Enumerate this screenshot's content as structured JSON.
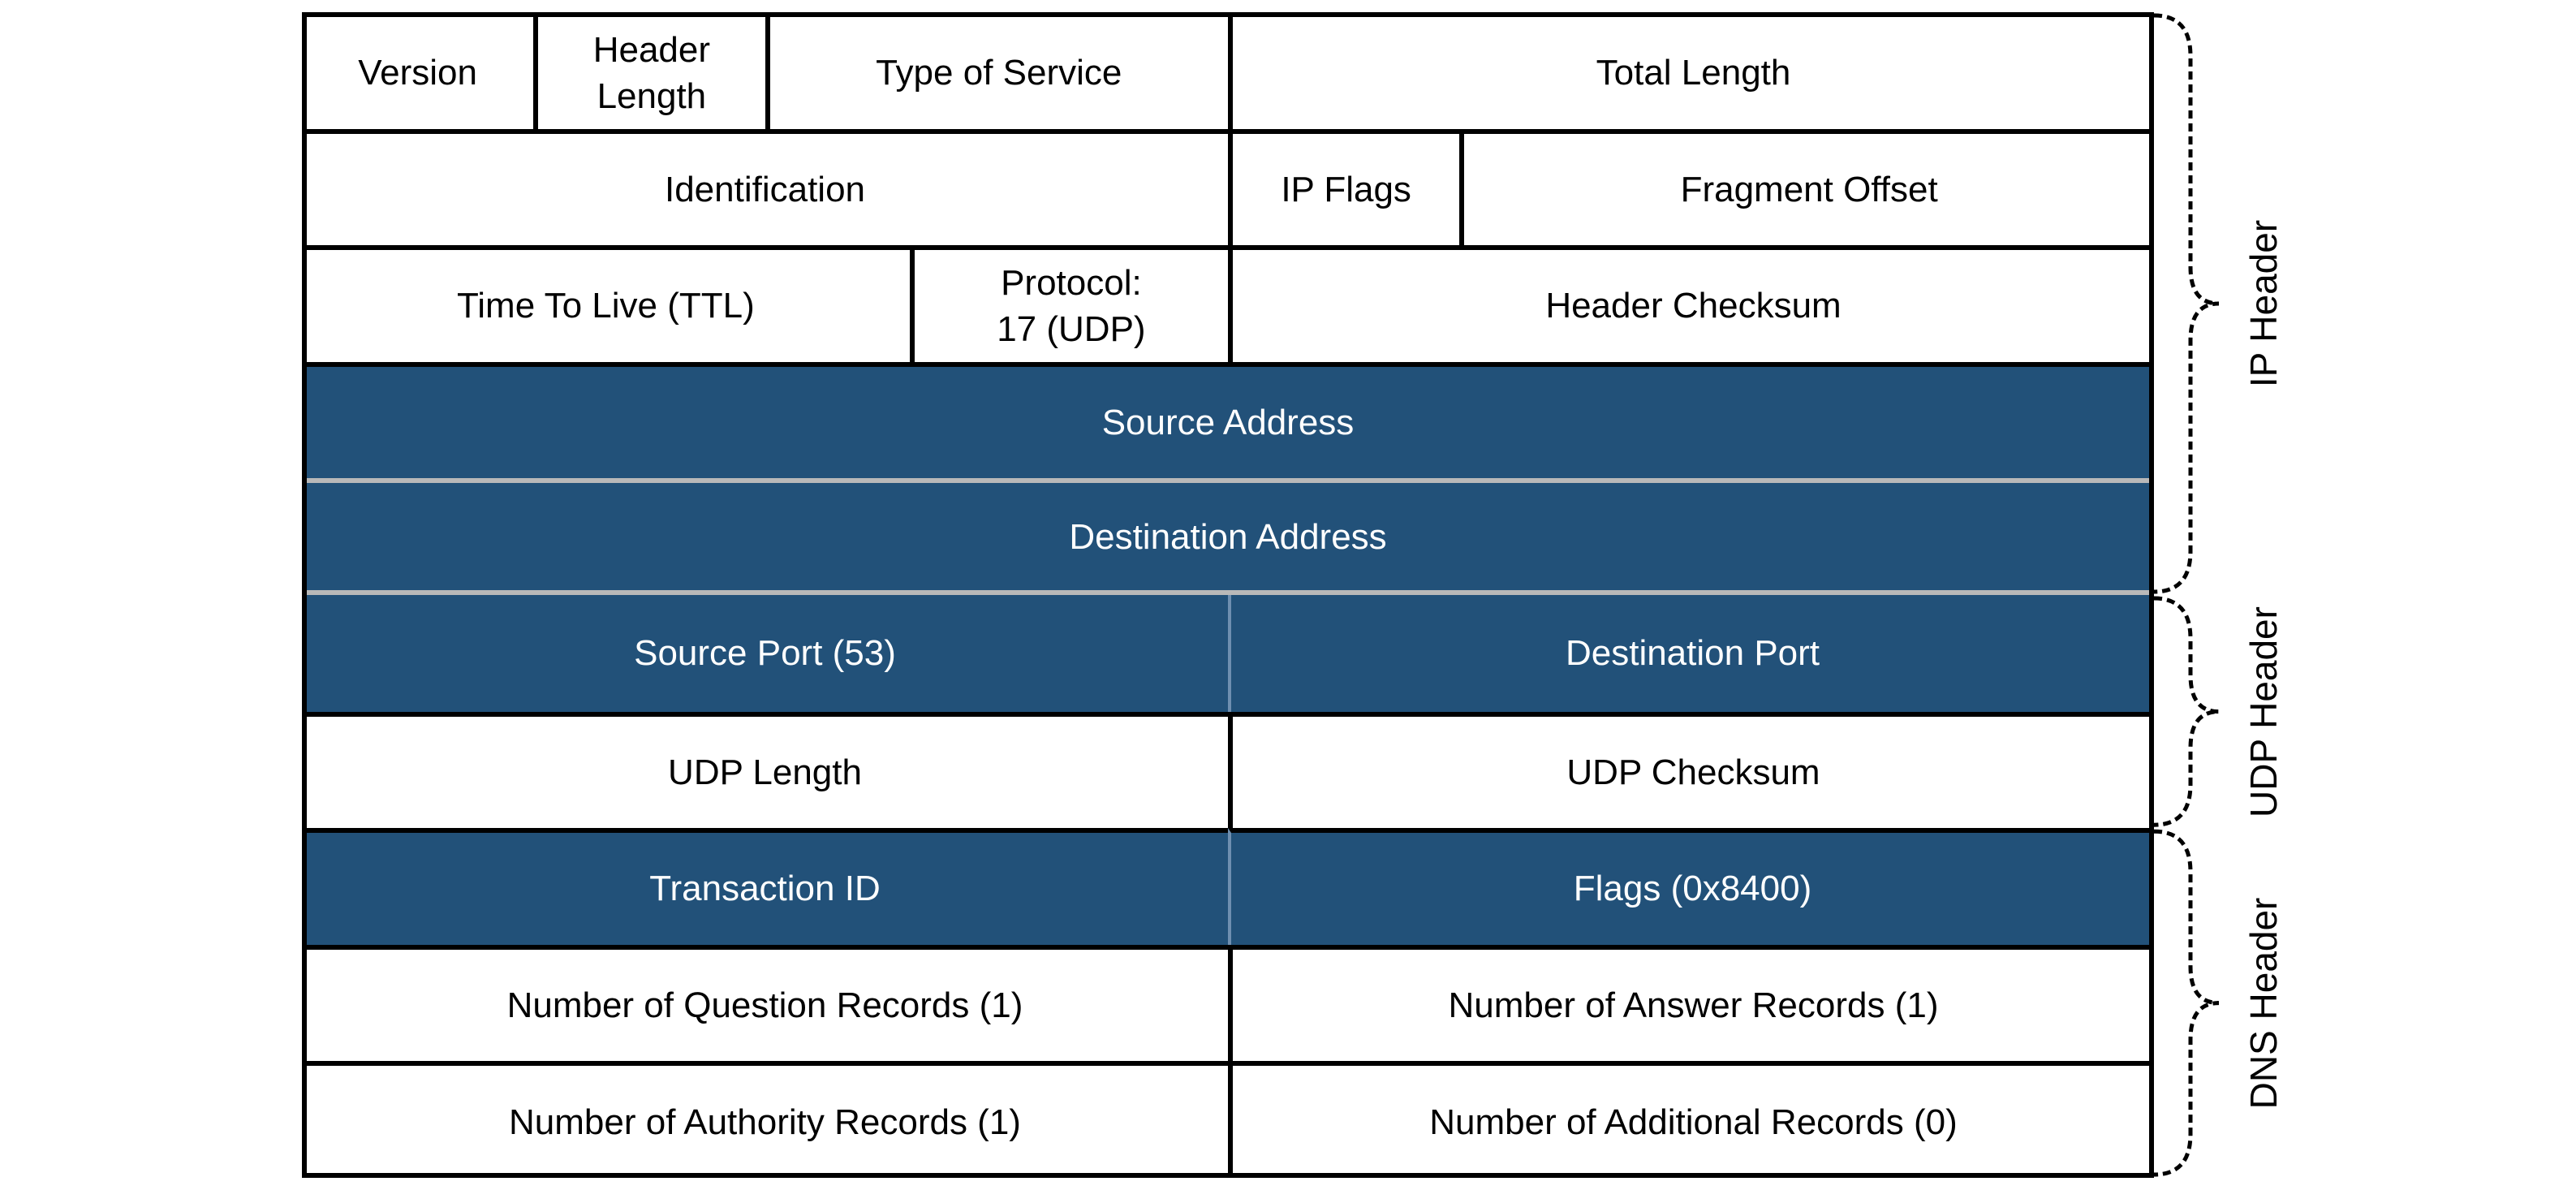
{
  "colors": {
    "fill": "#225179",
    "border": "#000000",
    "divider_light": "#6f8fb0",
    "highlight_border": "#b9b9b9"
  },
  "rows": [
    [
      {
        "name": "version-field",
        "label": "Version",
        "span": 4,
        "filled": false
      },
      {
        "name": "header-length-field",
        "label": "Header\nLength",
        "span": 4,
        "filled": false
      },
      {
        "name": "type-of-service-field",
        "label": "Type of Service",
        "span": 8,
        "filled": false
      },
      {
        "name": "total-length-field",
        "label": "Total Length",
        "span": 16,
        "filled": false
      }
    ],
    [
      {
        "name": "identification-field",
        "label": "Identification",
        "span": 16,
        "filled": false
      },
      {
        "name": "ip-flags-field",
        "label": "IP Flags",
        "span": 4,
        "filled": false
      },
      {
        "name": "fragment-offset-field",
        "label": "Fragment Offset",
        "span": 12,
        "filled": false
      }
    ],
    [
      {
        "name": "time-to-live-field",
        "label": "Time To Live (TTL)",
        "span": 10.5,
        "filled": false
      },
      {
        "name": "protocol-field",
        "label": "Protocol:\n17 (UDP)",
        "span": 5.5,
        "filled": false
      },
      {
        "name": "header-checksum-field",
        "label": "Header Checksum",
        "span": 16,
        "filled": false
      }
    ],
    [
      {
        "name": "source-address-field",
        "label": "Source Address",
        "span": 32,
        "filled": true
      }
    ],
    [
      {
        "name": "destination-address-field",
        "label": "Destination Address",
        "span": 32,
        "filled": true,
        "highlight": true
      }
    ],
    [
      {
        "name": "source-port-field",
        "label": "Source Port (53)",
        "span": 16,
        "filled": true
      },
      {
        "name": "destination-port-field",
        "label": "Destination Port",
        "span": 16,
        "filled": true
      }
    ],
    [
      {
        "name": "udp-length-field",
        "label": "UDP Length",
        "span": 16,
        "filled": false
      },
      {
        "name": "udp-checksum-field",
        "label": "UDP Checksum",
        "span": 16,
        "filled": false
      }
    ],
    [
      {
        "name": "transaction-id-field",
        "label": "Transaction ID",
        "span": 16,
        "filled": true
      },
      {
        "name": "dns-flags-field",
        "label": "Flags (0x8400)",
        "span": 16,
        "filled": true
      }
    ],
    [
      {
        "name": "question-records-field",
        "label": "Number of Question Records (1)",
        "span": 16,
        "filled": false
      },
      {
        "name": "answer-records-field",
        "label": "Number of Answer Records (1)",
        "span": 16,
        "filled": false
      }
    ],
    [
      {
        "name": "authority-records-field",
        "label": "Number of Authority Records (1)",
        "span": 16,
        "filled": false
      },
      {
        "name": "additional-records-field",
        "label": "Number of Additional Records (0)",
        "span": 16,
        "filled": false
      }
    ]
  ],
  "groups": [
    {
      "name": "ip-header-bracket",
      "label": "IP Header",
      "startRow": 0,
      "endRow": 4
    },
    {
      "name": "udp-header-bracket",
      "label": "UDP Header",
      "startRow": 5,
      "endRow": 6
    },
    {
      "name": "dns-header-bracket",
      "label": "DNS Header",
      "startRow": 7,
      "endRow": 9
    }
  ]
}
